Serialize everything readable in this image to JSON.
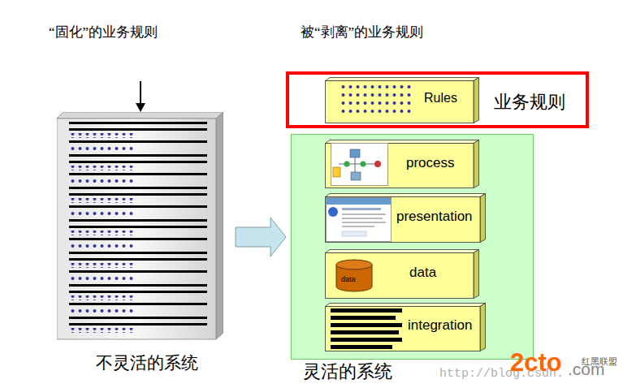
{
  "diagram": {
    "nodes": [
      {
        "text": [
          "不灵活的系统"
        ]
      },
      {
        "text": [
          "业务规则"
        ]
      },
      {
        "text": [
          "Rules"
        ],
        "in": 1
      },
      {
        "text": [
          "灵活的系统"
        ]
      },
      {
        "text": [
          "process"
        ],
        "in": 3
      },
      {
        "text": [
          "presentation"
        ],
        "in": 3
      },
      {
        "text": [
          "data"
        ],
        "in": 3
      },
      {
        "text": [
          "integration"
        ],
        "in": 3
      }
    ],
    "edges": [
      {
        "from": 0,
        "to": 3,
        "arrow": "to"
      }
    ],
    "labels": [
      "“固化”的业务规则",
      "被“剥离”的业务规则",
      "data",
      "http://blog.csdn.",
      "2cto",
      ".com",
      "红黑联盟"
    ]
  }
}
